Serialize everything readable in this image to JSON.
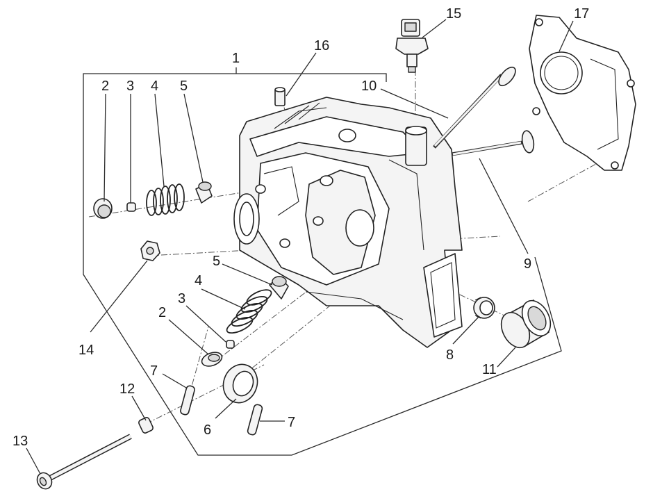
{
  "diagram": {
    "callouts": [
      {
        "id": "1",
        "label": "1"
      },
      {
        "id": "2a",
        "label": "2"
      },
      {
        "id": "3a",
        "label": "3"
      },
      {
        "id": "4a",
        "label": "4"
      },
      {
        "id": "5a",
        "label": "5"
      },
      {
        "id": "16",
        "label": "16"
      },
      {
        "id": "15",
        "label": "15"
      },
      {
        "id": "17",
        "label": "17"
      },
      {
        "id": "10",
        "label": "10"
      },
      {
        "id": "9",
        "label": "9"
      },
      {
        "id": "5b",
        "label": "5"
      },
      {
        "id": "4b",
        "label": "4"
      },
      {
        "id": "3b",
        "label": "3"
      },
      {
        "id": "2b",
        "label": "2"
      },
      {
        "id": "14",
        "label": "14"
      },
      {
        "id": "7a",
        "label": "7"
      },
      {
        "id": "12",
        "label": "12"
      },
      {
        "id": "13",
        "label": "13"
      },
      {
        "id": "6",
        "label": "6"
      },
      {
        "id": "7b",
        "label": "7"
      },
      {
        "id": "8",
        "label": "8"
      },
      {
        "id": "11",
        "label": "11"
      }
    ]
  }
}
